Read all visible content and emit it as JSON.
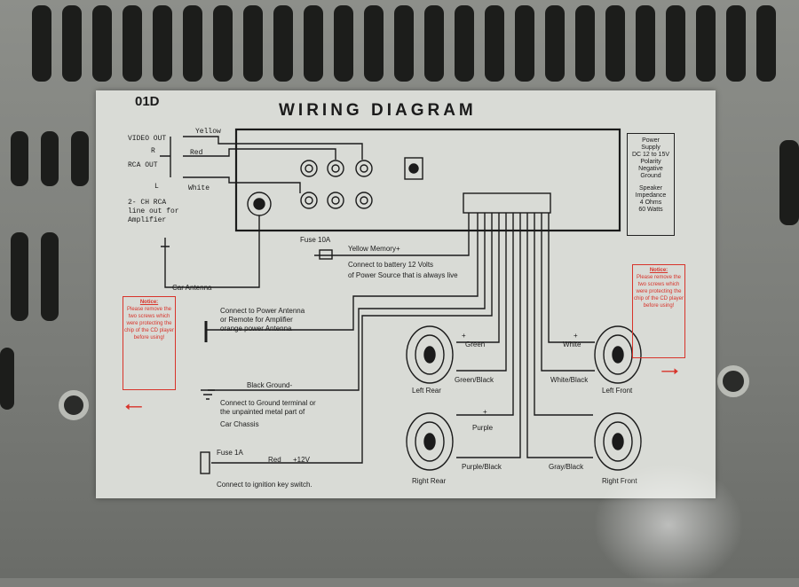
{
  "diagram": {
    "model_code": "01D",
    "title": "WIRING DIAGRAM",
    "rca": {
      "video_out": "VIDEO OUT",
      "video_wire": "Yellow",
      "r": "R",
      "r_wire": "Red",
      "rca_out": "RCA OUT",
      "l": "L",
      "l_wire": "White",
      "line_out_1": "2- CH RCA",
      "line_out_2": "line out for",
      "line_out_3": "Amplifier"
    },
    "power_supply": {
      "title_1": "Power",
      "title_2": "Supply",
      "dc": "DC  12 to 15V",
      "polarity": "Polarity",
      "negative": "Negative",
      "ground": "Ground",
      "speaker_1": "Speaker",
      "speaker_2": "Impedance",
      "ohms": "4 Ohms",
      "watts": "60 Watts"
    },
    "fuse_10a": "Fuse 10A",
    "yellow_memory": "Yellow Memory+",
    "battery_1": "Connect to battery 12 Volts",
    "battery_2": "of Power Source that is always live",
    "car_antenna": "Car Antenna",
    "power_antenna_1": "Connect to Power Antenna",
    "power_antenna_2": "or Remote for Amplifier",
    "power_antenna_3": "orange power Antenna",
    "black_ground": "Black Ground-",
    "ground_1": "Connect to Ground terminal or",
    "ground_2": "the unpainted metal part of",
    "ground_3": "Car Chassis",
    "fuse_1a": "Fuse 1A",
    "red_wire": "Red",
    "plus_12v": "+12V",
    "ignition": "Connect to ignition key switch.",
    "speakers": {
      "left_rear": "Left  Rear",
      "left_front": "Left Front",
      "right_rear": "Right Rear",
      "right_front": "Right  Front",
      "green": "Green",
      "green_black": "Green/Black",
      "white": "White",
      "white_black": "White/Black",
      "purple": "Purple",
      "purple_black": "Purple/Black",
      "gray_black": "Gray/Black",
      "plus": "+"
    },
    "notice": {
      "title": "Notice:",
      "body": "Please remove the two screws which were protecting the chip of the CD player before using!"
    },
    "colors": {
      "label_bg": "#d9dbd6",
      "ink": "#1b1b1b",
      "notice_red": "#d8332a",
      "housing": "#7d7f7b"
    }
  }
}
